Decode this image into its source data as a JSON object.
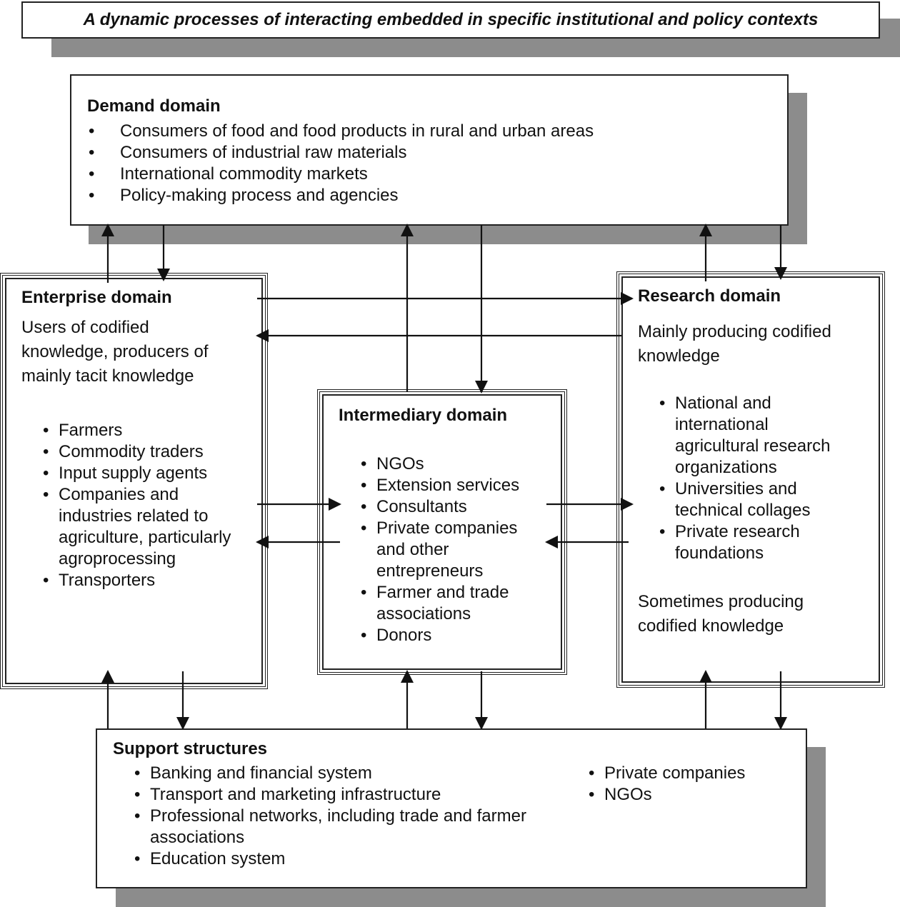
{
  "title": "A dynamic processes of interacting embedded in specific institutional and policy contexts",
  "demand": {
    "heading": "Demand domain",
    "items": [
      "Consumers of food and food products in rural and urban areas",
      "Consumers of industrial raw materials",
      "International commodity markets",
      "Policy-making process and agencies"
    ]
  },
  "enterprise": {
    "heading": "Enterprise domain",
    "description_lines": [
      "Users of codified",
      "knowledge, producers of",
      "mainly tacit knowledge"
    ],
    "items": [
      {
        "lines": [
          "Farmers"
        ]
      },
      {
        "lines": [
          "Commodity traders"
        ]
      },
      {
        "lines": [
          "Input supply agents"
        ]
      },
      {
        "lines": [
          "Companies and",
          "industries related to",
          "agriculture, particularly",
          "agroprocessing"
        ]
      },
      {
        "lines": [
          "Transporters"
        ]
      }
    ]
  },
  "intermediary": {
    "heading": "Intermediary domain",
    "items": [
      {
        "lines": [
          "NGOs"
        ]
      },
      {
        "lines": [
          "Extension services"
        ]
      },
      {
        "lines": [
          "Consultants"
        ]
      },
      {
        "lines": [
          "Private companies",
          "and other",
          "entrepreneurs"
        ]
      },
      {
        "lines": [
          "Farmer and trade",
          "associations"
        ]
      },
      {
        "lines": [
          "Donors"
        ]
      }
    ]
  },
  "research": {
    "heading": "Research domain",
    "description_lines": [
      "Mainly producing codified",
      "knowledge"
    ],
    "items": [
      {
        "lines": [
          "National and",
          "international",
          "agricultural research",
          "organizations"
        ]
      },
      {
        "lines": [
          "Universities and",
          "technical collages"
        ]
      },
      {
        "lines": [
          "Private research",
          "foundations"
        ]
      }
    ],
    "footer_lines": [
      "Sometimes producing",
      "codified knowledge"
    ]
  },
  "support": {
    "heading": "Support structures",
    "items_left": [
      {
        "lines": [
          "Banking and financial system"
        ]
      },
      {
        "lines": [
          "Transport and marketing infrastructure"
        ]
      },
      {
        "lines": [
          "Professional networks, including trade and farmer",
          "associations"
        ]
      },
      {
        "lines": [
          "Education system"
        ]
      }
    ],
    "items_right": [
      {
        "lines": [
          "Private companies"
        ]
      },
      {
        "lines": [
          "NGOs"
        ]
      }
    ]
  }
}
